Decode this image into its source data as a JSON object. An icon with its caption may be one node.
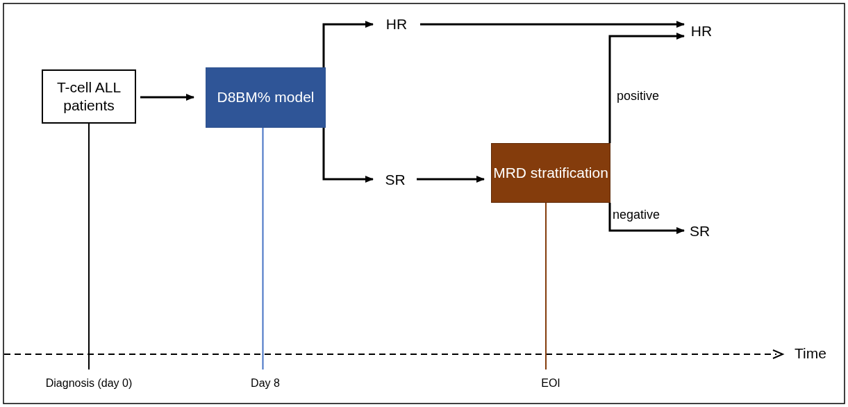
{
  "diagram": {
    "nodes": [
      {
        "text": [
          "T-cell ALL patients"
        ]
      },
      {
        "text": [
          "D8BM% model"
        ]
      },
      {
        "text": [
          "HR"
        ]
      },
      {
        "text": [
          "SR"
        ]
      },
      {
        "text": [
          "MRD stratification"
        ]
      },
      {
        "text": [
          "HR"
        ]
      },
      {
        "text": [
          "SR"
        ]
      },
      {
        "text": [
          "Diagnosis (day 0)"
        ]
      },
      {
        "text": [
          "Day 8"
        ]
      },
      {
        "text": [
          "EOI"
        ]
      }
    ],
    "edges": [
      {
        "from": 0,
        "to": 1,
        "arrow": "to"
      },
      {
        "from": 1,
        "to": 2,
        "arrow": "to"
      },
      {
        "from": 1,
        "to": 3,
        "arrow": "to"
      },
      {
        "from": 2,
        "to": 5,
        "arrow": "to"
      },
      {
        "from": 3,
        "to": 4,
        "arrow": "to"
      },
      {
        "from": 4,
        "to": 5,
        "arrow": "to",
        "label": "positive"
      },
      {
        "from": 4,
        "to": 6,
        "arrow": "to",
        "label": "negative"
      },
      {
        "from": 0,
        "to": 7,
        "arrow": "none"
      },
      {
        "from": 1,
        "to": 8,
        "arrow": "none",
        "color": "#4472c4"
      },
      {
        "from": 4,
        "to": 9,
        "arrow": "none",
        "color": "#843c0c"
      }
    ],
    "labels": [
      "Time"
    ]
  }
}
